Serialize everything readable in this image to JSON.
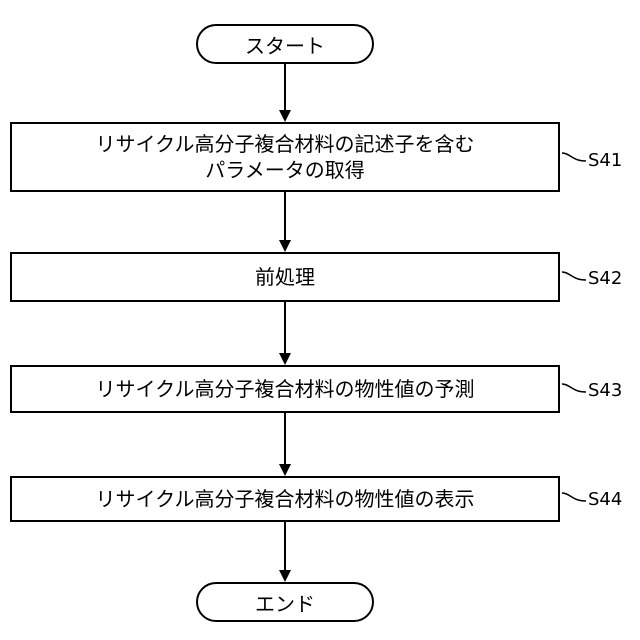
{
  "flowchart": {
    "start": "スタート",
    "end": "エンド",
    "steps": [
      {
        "id": "S41",
        "line1": "リサイクル高分子複合材料の記述子を含む",
        "line2": "パラメータの取得"
      },
      {
        "id": "S42",
        "line1": "前処理",
        "line2": ""
      },
      {
        "id": "S43",
        "line1": "リサイクル高分子複合材料の物性値の予測",
        "line2": ""
      },
      {
        "id": "S44",
        "line1": "リサイクル高分子複合材料の物性値の表示",
        "line2": ""
      }
    ]
  }
}
